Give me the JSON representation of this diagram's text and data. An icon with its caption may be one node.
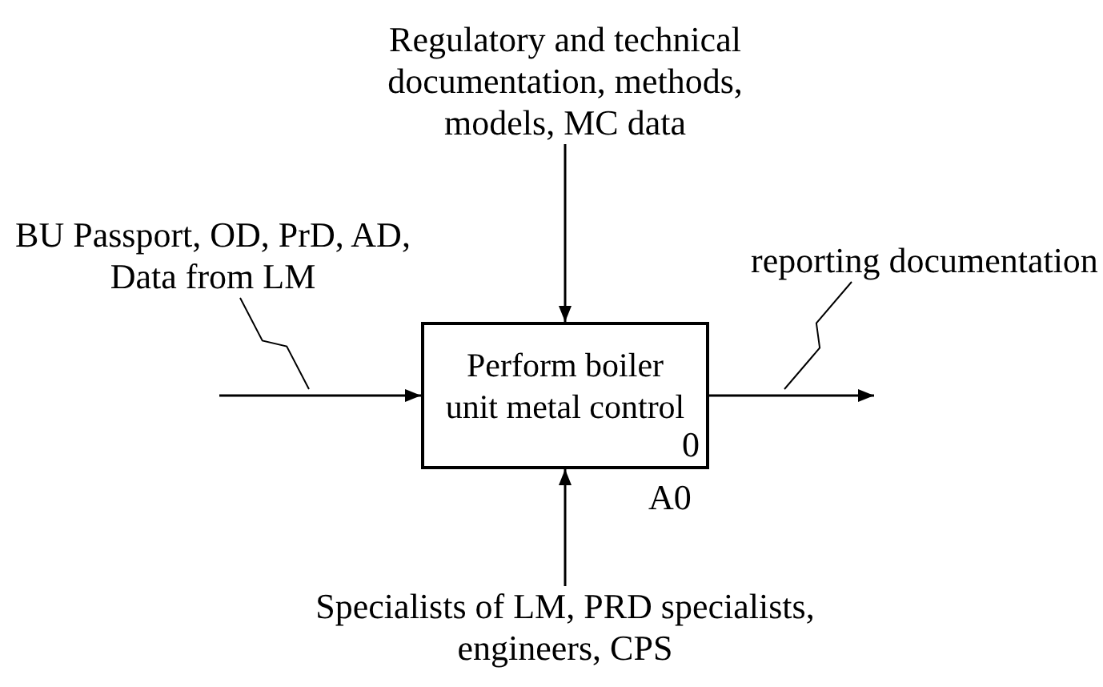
{
  "diagram": {
    "nodes": [
      {
        "text": [
          "Regulatory and technical documentation, methods, models, MC data"
        ]
      },
      {
        "text": [
          "BU Passport, OD, PrD, AD, Data from LM"
        ]
      },
      {
        "text": [
          "Perform boiler unit metal control",
          "0"
        ],
        "beside": [
          "A0"
        ]
      },
      {
        "text": [
          "reporting documentation"
        ]
      },
      {
        "text": [
          "Specialists of LM, PRD specialists, engineers, CPS"
        ]
      }
    ],
    "edges": [
      {
        "from": 0,
        "to": 2,
        "arrow": "to"
      },
      {
        "from": 1,
        "to": null,
        "arrow": "none"
      },
      {
        "from": null,
        "to": 2,
        "arrow": "to"
      },
      {
        "from": 2,
        "to": null,
        "arrow": "to"
      },
      {
        "from": 3,
        "to": null,
        "arrow": "none"
      },
      {
        "from": 4,
        "to": 2,
        "arrow": "to"
      }
    ]
  }
}
